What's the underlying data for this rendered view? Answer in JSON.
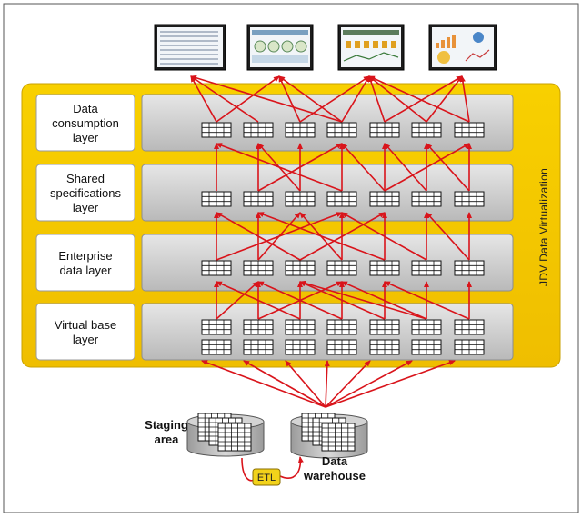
{
  "title_vertical": "JDV Data Virtualization",
  "layers": [
    {
      "id": "consumption",
      "lines": [
        "Data",
        "consumption",
        "layer"
      ]
    },
    {
      "id": "shared",
      "lines": [
        "Shared",
        "specifications",
        "layer"
      ]
    },
    {
      "id": "enterprise",
      "lines": [
        "Enterprise",
        "data layer"
      ]
    },
    {
      "id": "base",
      "lines": [
        "Virtual base",
        "layer"
      ]
    }
  ],
  "sources": {
    "staging": {
      "lines": [
        "Staging",
        "area"
      ]
    },
    "warehouse": {
      "lines": [
        "Data",
        "warehouse"
      ]
    },
    "etl": "ETL"
  },
  "dashboards": [
    "dashboard-1",
    "dashboard-2",
    "dashboard-3",
    "dashboard-4"
  ],
  "colors": {
    "accent_yellow": "#f5c400",
    "arrow_red": "#d9141b",
    "panel_gray": "#c8c8c8",
    "label_box": "#ffffff"
  }
}
